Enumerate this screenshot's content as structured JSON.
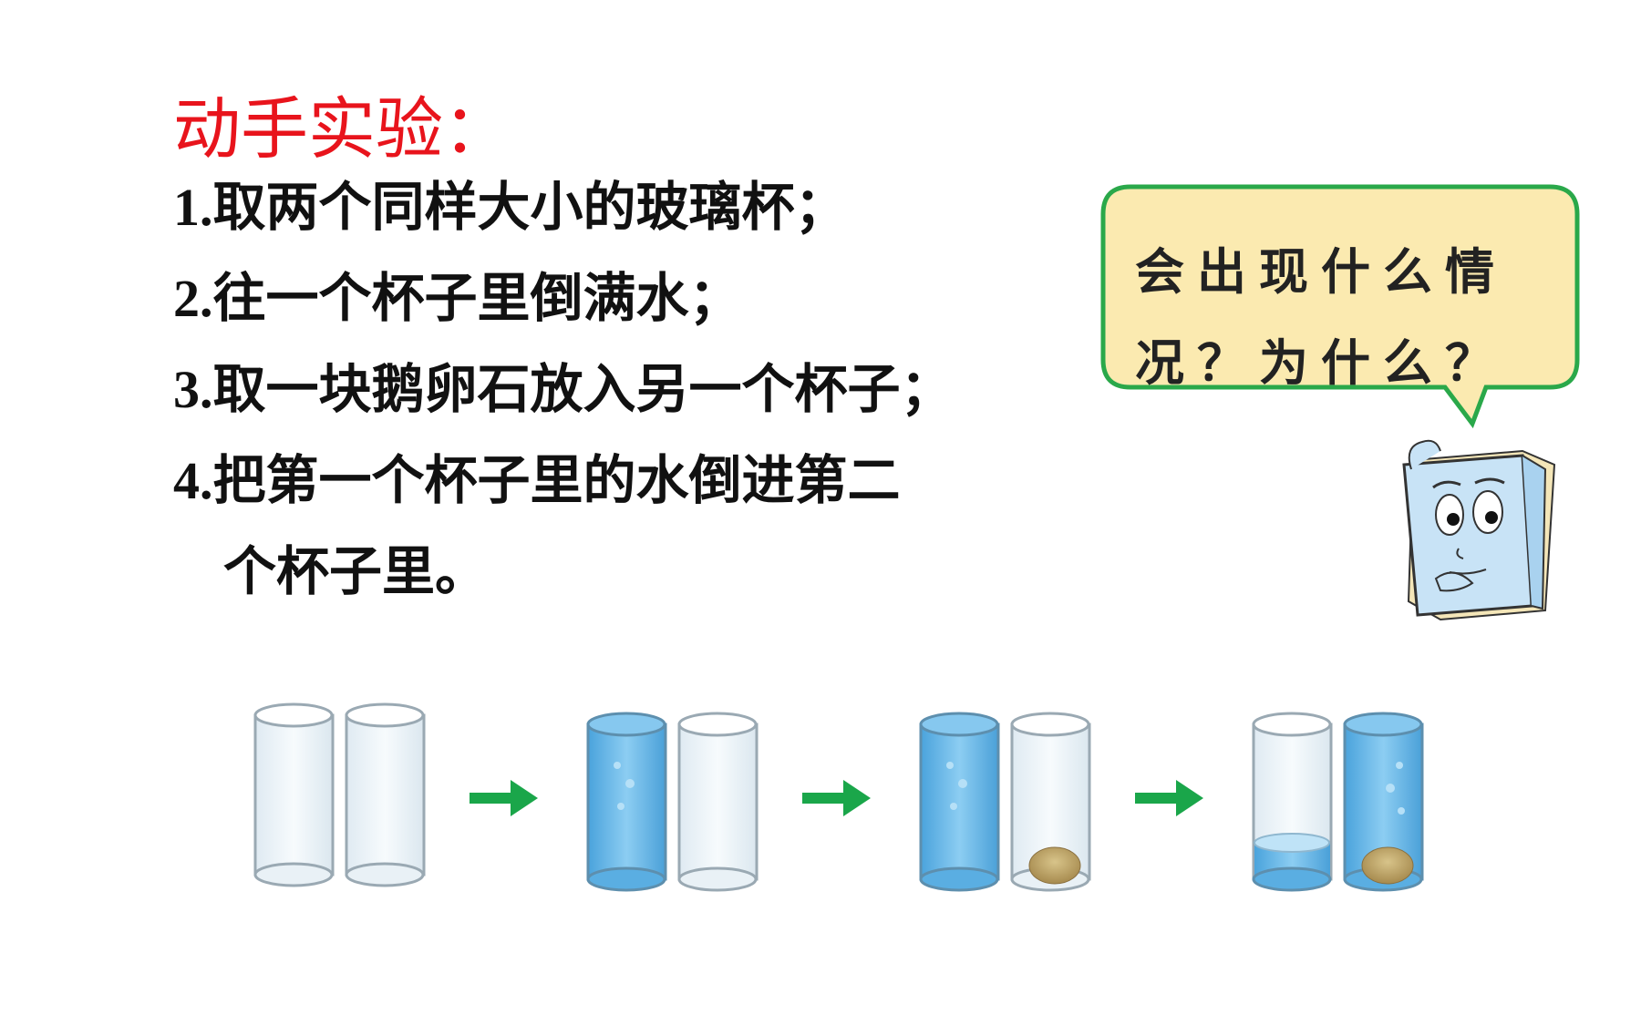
{
  "heading": "动手实验：",
  "steps": [
    {
      "num": "1.",
      "text": "取两个同样大小的玻璃杯；"
    },
    {
      "num": "2.",
      "text": "往一个杯子里倒满水；"
    },
    {
      "num": "3.",
      "text": "取一块鹅卵石放入另一个杯子；"
    },
    {
      "num": "4.",
      "text": "把第一个杯子里的水倒进第二"
    }
  ],
  "step4_continuation": "个杯子里。",
  "speech_bubble": {
    "line1": "会出现什么情",
    "line2": "况？为什么？"
  },
  "colors": {
    "heading": "#e8141c",
    "bubble_fill": "#fbeab0",
    "bubble_border": "#2aa84a",
    "arrow": "#1aa64a",
    "water": "#5fb3e6"
  },
  "illustration_steps": [
    {
      "left_cup": "empty",
      "right_cup": "empty"
    },
    {
      "left_cup": "full-water",
      "right_cup": "empty"
    },
    {
      "left_cup": "full-water",
      "right_cup": "pebble"
    },
    {
      "left_cup": "low-water",
      "right_cup": "pebble-full-water"
    }
  ]
}
